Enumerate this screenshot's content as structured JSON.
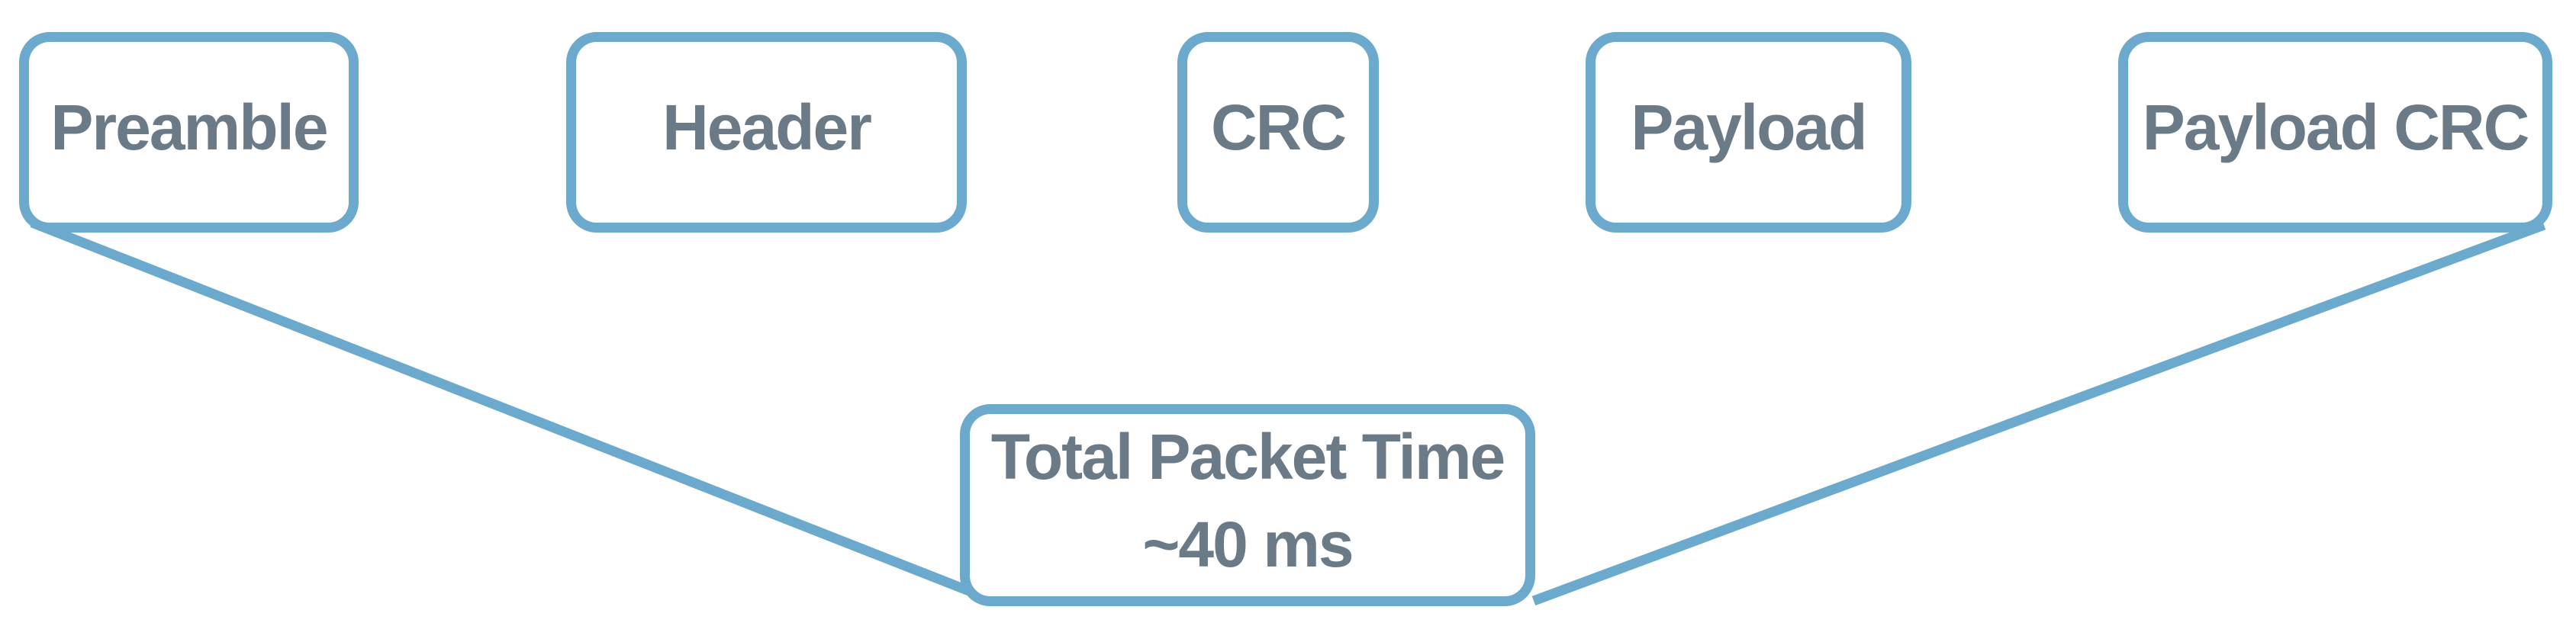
{
  "diagram": {
    "type": "packet-structure",
    "boxes": [
      {
        "id": "preamble",
        "label": "Preamble"
      },
      {
        "id": "header",
        "label": "Header"
      },
      {
        "id": "crc",
        "label": "CRC"
      },
      {
        "id": "payload",
        "label": "Payload"
      },
      {
        "id": "payload-crc",
        "label": "Payload CRC"
      }
    ],
    "total_box": {
      "line1": "Total Packet Time",
      "line2": "~40 ms"
    },
    "colors": {
      "accent": "#6caacd",
      "label": "#6b7a87",
      "bg": "#ffffff"
    }
  }
}
